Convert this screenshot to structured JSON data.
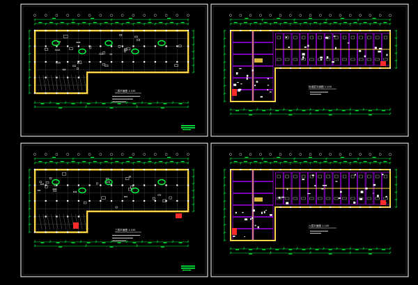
{
  "drawing": {
    "sheets": [
      {
        "id": "top-left",
        "plan": "lshape_left",
        "accent_fill": null,
        "title_text": "二层平面图",
        "scale_text": "1:100",
        "has_logo": true
      },
      {
        "id": "top-right",
        "plan": "lshape_right",
        "accent_fill": "#ff2a2a",
        "title_text": "标准层平面图",
        "scale_text": "1:100",
        "has_logo": false
      },
      {
        "id": "bottom-left",
        "plan": "lshape_left",
        "accent_fill": "#ff2a2a",
        "title_text": "三层平面图",
        "scale_text": "1:100",
        "has_logo": true
      },
      {
        "id": "bottom-right",
        "plan": "lshape_right",
        "accent_fill": "#ff2a2a",
        "title_text": "六层平面图",
        "scale_text": "1:100",
        "has_logo": false
      }
    ],
    "colors": {
      "background": "#000000",
      "frame": "#d8d8d8",
      "dimension": "#00ff3c",
      "wall": "#ffd84a",
      "column": "#ffffff",
      "room_outline": "#b000ff",
      "accent": "#ff2a2a",
      "text": "#ffffff"
    }
  }
}
